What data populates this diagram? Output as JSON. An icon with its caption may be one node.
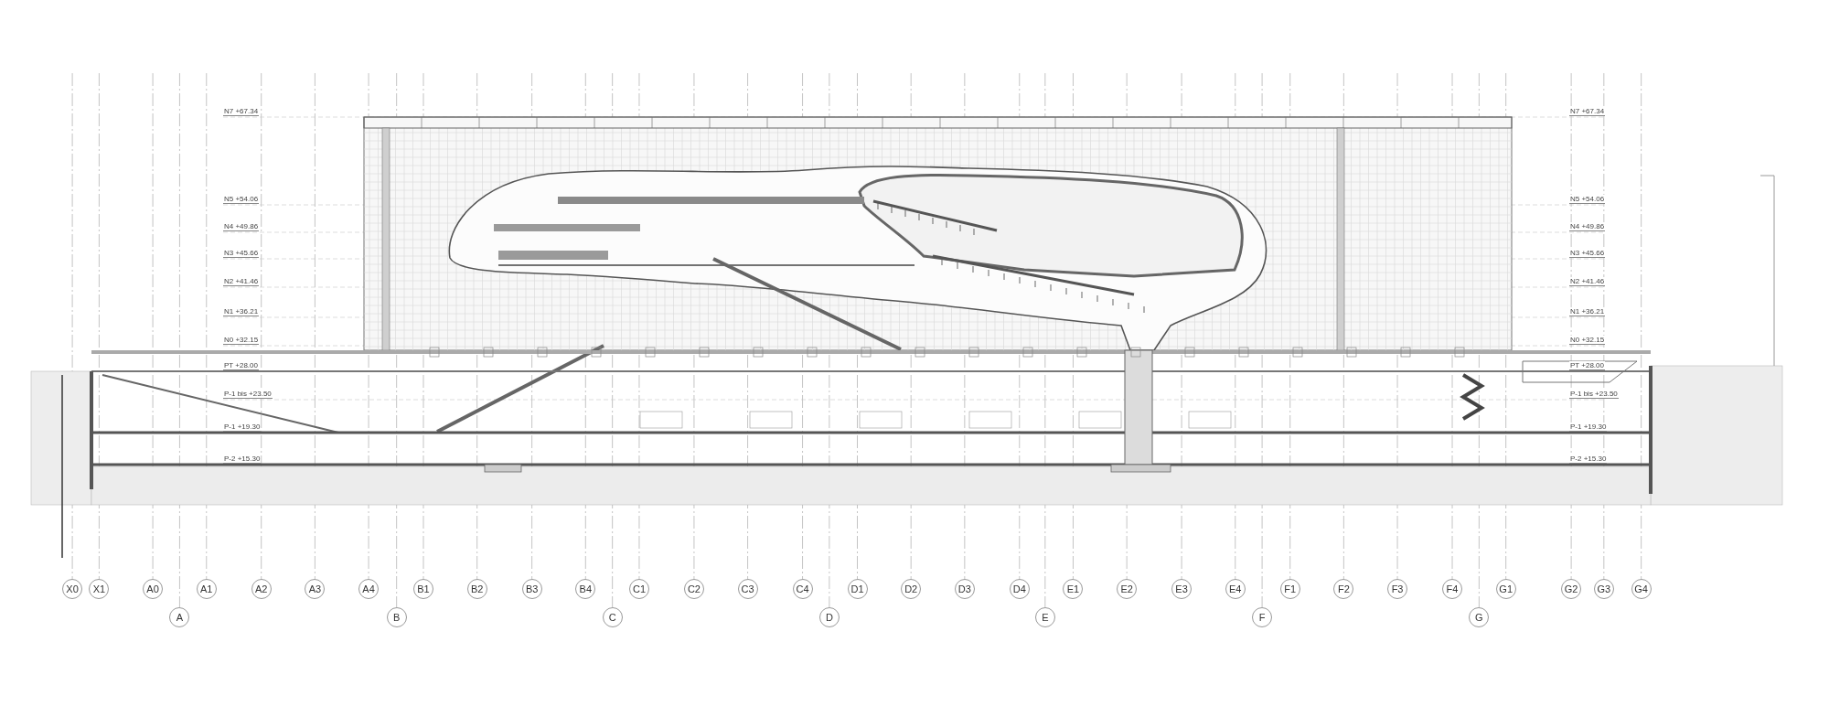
{
  "diagram": {
    "nodes": [
      {
        "text": [
          "X0"
        ]
      },
      {
        "text": [
          "X1"
        ]
      },
      {
        "text": [
          "A0"
        ]
      },
      {
        "text": [
          "A1"
        ]
      },
      {
        "text": [
          "A2"
        ]
      },
      {
        "text": [
          "A3"
        ]
      },
      {
        "text": [
          "A4"
        ]
      },
      {
        "text": [
          "B1"
        ]
      },
      {
        "text": [
          "B2"
        ]
      },
      {
        "text": [
          "B3"
        ]
      },
      {
        "text": [
          "B4"
        ]
      },
      {
        "text": [
          "C1"
        ]
      },
      {
        "text": [
          "C2"
        ]
      },
      {
        "text": [
          "C3"
        ]
      },
      {
        "text": [
          "C4"
        ]
      },
      {
        "text": [
          "D1"
        ]
      },
      {
        "text": [
          "D2"
        ]
      },
      {
        "text": [
          "D3"
        ]
      },
      {
        "text": [
          "D4"
        ]
      },
      {
        "text": [
          "E1"
        ]
      },
      {
        "text": [
          "E2"
        ]
      },
      {
        "text": [
          "E3"
        ]
      },
      {
        "text": [
          "E4"
        ]
      },
      {
        "text": [
          "F1"
        ]
      },
      {
        "text": [
          "F2"
        ]
      },
      {
        "text": [
          "F3"
        ]
      },
      {
        "text": [
          "F4"
        ]
      },
      {
        "text": [
          "G1"
        ]
      },
      {
        "text": [
          "G2"
        ]
      },
      {
        "text": [
          "G3"
        ]
      },
      {
        "text": [
          "G4"
        ]
      },
      {
        "text": [
          "A"
        ]
      },
      {
        "text": [
          "B"
        ]
      },
      {
        "text": [
          "C"
        ]
      },
      {
        "text": [
          "D"
        ]
      },
      {
        "text": [
          "E"
        ]
      },
      {
        "text": [
          "F"
        ]
      },
      {
        "text": [
          "G"
        ]
      }
    ],
    "edges": [],
    "labels": [
      "N7 +67.34",
      "N5 +54.06",
      "N4 +49.86",
      "N3 +45.66",
      "N2 +41.46",
      "N1 +36.21",
      "N0 +32.15",
      "PT +28.00",
      "P-1 bis +23.50",
      "P-1 +19.30",
      "P-2 +15.30",
      "N7 +67.34",
      "N5 +54.06",
      "N4 +49.86",
      "N3 +45.66",
      "N2 +41.46",
      "N1 +36.21",
      "N0 +32.15",
      "PT +28.00",
      "P-1 bis +23.50",
      "P-1 +19.30",
      "P-2 +15.30"
    ]
  }
}
